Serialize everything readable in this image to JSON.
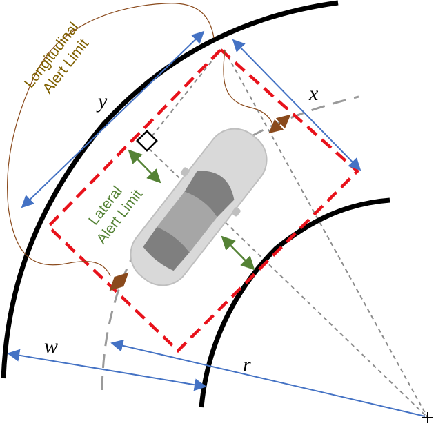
{
  "labels": {
    "x": "x",
    "y": "y",
    "w": "w",
    "r": "r",
    "longitudinal_line1": "Longitudinal",
    "longitudinal_line2": "Alert Limit",
    "lateral_line1": "Lateral",
    "lateral_line2": "Alert Limit"
  },
  "colors": {
    "road_edge": "#000000",
    "alert_box": "#e8121b",
    "dimension_arrow": "#4472c4",
    "lateral_arrow": "#548235",
    "longitudinal_arrow": "#8a4a1c",
    "longitudinal_text": "#7f6000",
    "lateral_text": "#548235",
    "center_line": "#9a9a9a",
    "construction_line": "#8c8c8c",
    "vehicle_body": "#d9d9d9",
    "vehicle_glass": "#7f7f7f"
  }
}
